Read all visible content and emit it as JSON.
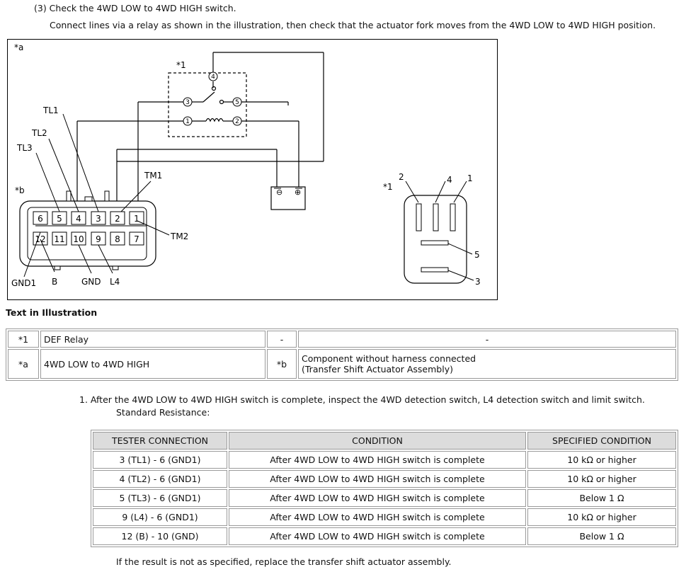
{
  "step_heading": "(3) Check the 4WD LOW to 4WD HIGH switch.",
  "step_instruction": "Connect lines via a relay as shown in the illustration, then check that the actuator fork moves from the 4WD LOW to 4WD HIGH position.",
  "illustration": {
    "callout_a": "*a",
    "callout_b": "*b",
    "callout_1": "*1",
    "callout_1_right": "*1",
    "labels": {
      "TL1": "TL1",
      "TL2": "TL2",
      "TL3": "TL3",
      "TM1": "TM1",
      "TM2": "TM2",
      "GND1": "GND1",
      "B": "B",
      "GND": "GND",
      "L4": "L4"
    },
    "connector_pins_top": [
      "6",
      "5",
      "4",
      "3",
      "2",
      "1"
    ],
    "connector_pins_bottom": [
      "12",
      "11",
      "10",
      "9",
      "8",
      "7"
    ],
    "relay_terminals": {
      "t1": "1",
      "t2": "2",
      "t3": "3",
      "t4": "4",
      "t5": "5"
    },
    "relay_view_numbers": {
      "n2": "2",
      "n4": "4",
      "n1": "1",
      "n5": "5",
      "n3": "3"
    },
    "battery_neg": "⊖",
    "battery_pos": "⊕"
  },
  "text_in_illustration_title": "Text in Illustration",
  "legend": [
    {
      "key1": "*1",
      "val1": "DEF Relay",
      "key2": "-",
      "val2": "-"
    },
    {
      "key1": "*a",
      "val1": "4WD LOW to 4WD HIGH",
      "key2": "*b",
      "val2_line1": "Component without harness connected",
      "val2_line2": "(Transfer Shift Actuator Assembly)"
    }
  ],
  "item_text": "1. After the 4WD LOW to 4WD HIGH switch is complete, inspect the 4WD detection switch, L4 detection switch and limit switch.",
  "standard_resistance": "Standard Resistance:",
  "resistance_table": {
    "headers": [
      "TESTER CONNECTION",
      "CONDITION",
      "SPECIFIED CONDITION"
    ],
    "rows": [
      [
        "3 (TL1) - 6 (GND1)",
        "After 4WD LOW to 4WD HIGH switch is complete",
        "10 kΩ or higher"
      ],
      [
        "4 (TL2) - 6 (GND1)",
        "After 4WD LOW to 4WD HIGH switch is complete",
        "10 kΩ or higher"
      ],
      [
        "5 (TL3) - 6 (GND1)",
        "After 4WD LOW to 4WD HIGH switch is complete",
        "Below 1 Ω"
      ],
      [
        "9 (L4) - 6 (GND1)",
        "After 4WD LOW to 4WD HIGH switch is complete",
        "10 kΩ or higher"
      ],
      [
        "12 (B) - 10 (GND)",
        "After 4WD LOW to 4WD HIGH switch is complete",
        "Below 1 Ω"
      ]
    ]
  },
  "footer_note": "If the result is not as specified, replace the transfer shift actuator assembly."
}
